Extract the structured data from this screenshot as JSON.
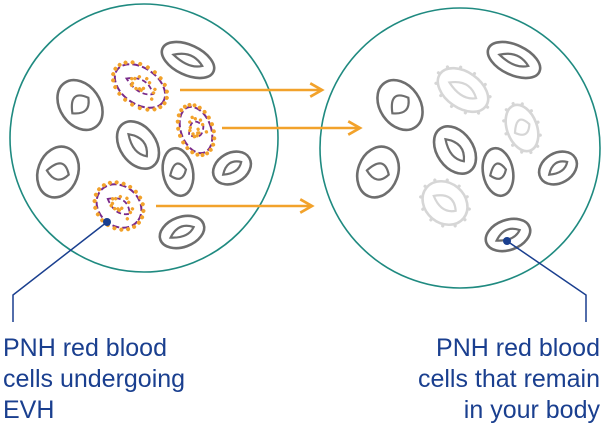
{
  "colors": {
    "circle_stroke": "#1f8a80",
    "cell_stroke": "#6e6e6e",
    "faded_cell_stroke": "#d6d6d6",
    "affected_cell_stroke": "#7a2a8a",
    "complement_dots": "#f2a22b",
    "arrow": "#f2a22b",
    "pointer_line": "#1a3f8f",
    "caption_text": "#1a3f8f"
  },
  "captions": {
    "left": {
      "line1": "PNH red blood",
      "line2": "cells undergoing",
      "line3": "EVH"
    },
    "right": {
      "line1": "PNH red blood",
      "line2": "cells that remain",
      "line3": "in your body"
    }
  }
}
